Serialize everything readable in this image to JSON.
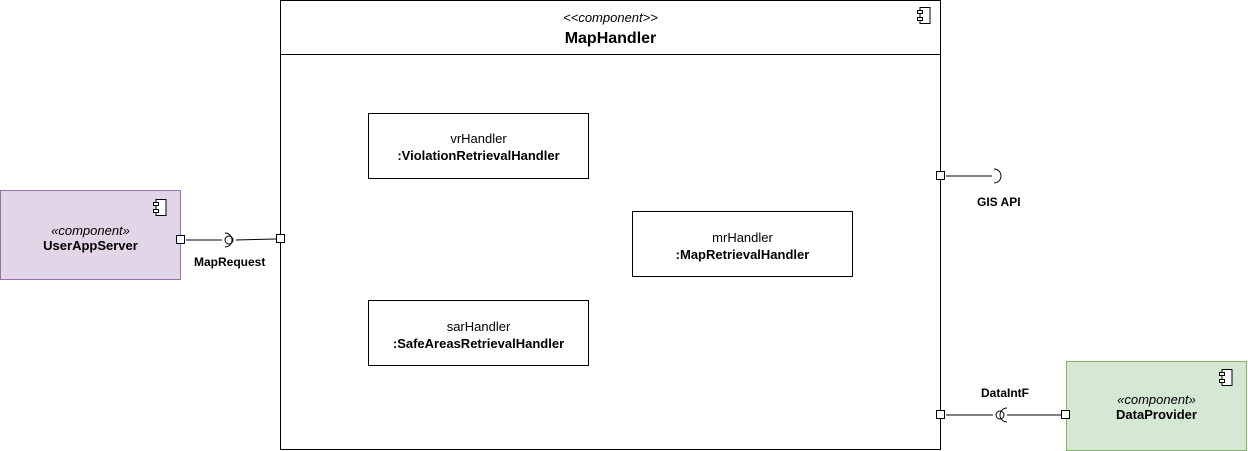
{
  "maphandler": {
    "stereotype": "<<component>>",
    "name": "MapHandler"
  },
  "userappserver": {
    "stereotype": "«component»",
    "name": "UserAppServer"
  },
  "dataprovider": {
    "stereotype": "«component»",
    "name": "DataProvider"
  },
  "parts": {
    "vr": {
      "instance": "vrHandler",
      "type": ":ViolationRetrievalHandler"
    },
    "mr": {
      "instance": "mrHandler",
      "type": ":MapRetrievalHandler"
    },
    "sar": {
      "instance": "sarHandler",
      "type": ":SafeAreasRetrievalHandler"
    }
  },
  "interfaces": {
    "map_request": "MapRequest",
    "gis_api": "GIS API",
    "data_intf": "DataIntF"
  },
  "colors": {
    "purple_fill": "#e1d5e7",
    "purple_line": "#9673a6",
    "green_fill": "#d5e8d4",
    "green_line": "#82b366",
    "blue_line": "#6c8ebf"
  }
}
